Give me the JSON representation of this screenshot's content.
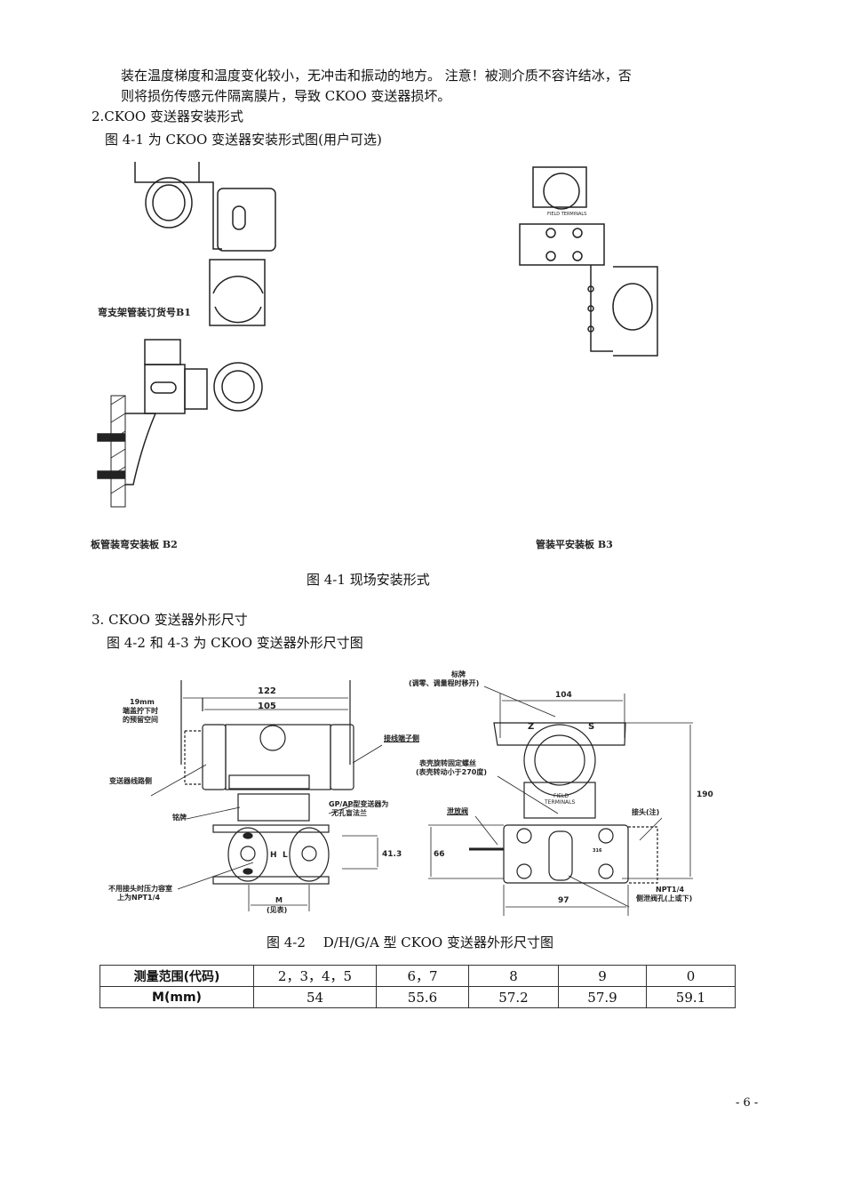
{
  "body": {
    "line1": "装在温度梯度和温度变化较小，无冲击和振动的地方。 注意！被测介质不容许结冰，否",
    "line2": "则将损伤传感元件隔离膜片，导致 CKOO 变送器损坏。",
    "section2_heading": "2.CKOO 变送器安装形式",
    "section2_intro": "图 4-1 为 CKOO 变送器安装形式图(用户可选)",
    "section3_heading": "3. CKOO 变送器外形尺寸",
    "section3_intro": "图 4-2 和 4-3 为 CKOO 变送器外形尺寸图"
  },
  "figure_4_1": {
    "label_b1": "弯支架管装订货号B1",
    "label_b2": "板管装弯安装板 B2",
    "label_b3": "管装平安装板 B3",
    "field_text": "FIELD TERMINALS",
    "caption": "图 4-1 现场安装形式"
  },
  "figure_4_2": {
    "left": {
      "dim_122": "122",
      "dim_105": "105",
      "clearance_1": "19mm",
      "clearance_2": "端盖拧下时",
      "clearance_3": "的预留空间",
      "circuit_side": "变送器线路侧",
      "terminal_side": "接线端子侧",
      "nameplate": "铭牌",
      "gp_ap_1": "GP/AP型变送器为",
      "gp_ap_2": "无孔盲法兰",
      "h": "H",
      "l": "L",
      "dim_41_3": "41.3",
      "npt_1": "不用接头时压力容室",
      "npt_2": "上为NPT1/4",
      "m": "M",
      "m_note": "(见表)"
    },
    "right": {
      "tag_1": "标牌",
      "tag_2": "(调零、调量程时移开)",
      "dim_104": "104",
      "z": "Z",
      "s": "S",
      "screw_1": "表壳旋转固定螺丝",
      "screw_2": "(表壳转动小于270度)",
      "field": "FIELD",
      "terminals": "TERMINALS",
      "dim_190": "190",
      "vent_valve": "泄放阀",
      "connector": "接头(注)",
      "dim_66": "66",
      "side_vent_1": "NPT1/4",
      "side_vent_2": "侧泄阀孔(上或下)",
      "dim_97": "97",
      "mark_316": "316"
    },
    "caption": "图 4-2　 D/H/G/A 型 CKOO 变送器外形尺寸图"
  },
  "table": {
    "header_label": "测量范围(代码)",
    "codes": [
      "2，3，4，5",
      "6，7",
      "8",
      "9",
      "0"
    ],
    "row_label": "M(mm)",
    "values": [
      "54",
      "55.6",
      "57.2",
      "57.9",
      "59.1"
    ]
  },
  "footer": {
    "page_number": "- 6 -"
  }
}
